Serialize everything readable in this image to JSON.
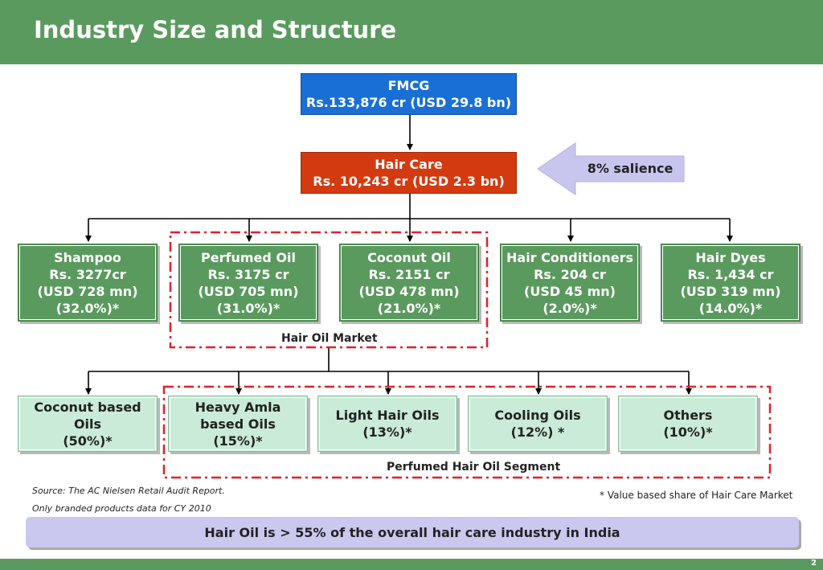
{
  "header": {
    "title": "Industry Size and Structure"
  },
  "page_number": "2",
  "fmcg": {
    "name": "FMCG",
    "value": "Rs.133,876 cr (USD 29.8 bn)"
  },
  "hair_care": {
    "name": "Hair Care",
    "value": "Rs. 10,243 cr (USD 2.3 bn)"
  },
  "salience": "8% salience",
  "categories": [
    {
      "name": "Shampoo",
      "value": "Rs. 3277cr",
      "usd": "(USD 728 mn)",
      "share": "(32.0%)*"
    },
    {
      "name": "Perfumed Oil",
      "value": "Rs. 3175 cr",
      "usd": "(USD 705 mn)",
      "share": "(31.0%)*"
    },
    {
      "name": "Coconut Oil",
      "value": "Rs. 2151 cr",
      "usd": "(USD 478 mn)",
      "share": "(21.0%)*"
    },
    {
      "name": "Hair Conditioners",
      "value": "Rs. 204 cr",
      "usd": "(USD 45 mn)",
      "share": "(2.0%)*"
    },
    {
      "name": "Hair Dyes",
      "value": "Rs. 1,434 cr",
      "usd": "(USD 319 mn)",
      "share": "(14.0%)*"
    }
  ],
  "hair_oil_market_label": "Hair Oil Market",
  "segments": [
    {
      "line1": "Coconut based",
      "line2": "Oils",
      "line3": "(50%)*"
    },
    {
      "line1": "Heavy Amla",
      "line2": "based Oils",
      "line3": "(15%)*"
    },
    {
      "line1": "Light Hair Oils",
      "line2": "(13%)*"
    },
    {
      "line1": "Cooling Oils",
      "line2": "(12%) *"
    },
    {
      "line1": "Others",
      "line2": "(10%)*"
    }
  ],
  "perfumed_segment_label": "Perfumed Hair Oil Segment",
  "source_note": "Source: The AC Nielsen Retail Audit Report.",
  "branded_note": "Only branded products data for CY 2010",
  "value_note": "* Value based share of Hair Care Market",
  "banner_text": "Hair Oil is > 55% of the overall hair care industry in India",
  "colors": {
    "header_green": "#5a9a5e",
    "fmcg_blue": "#1a6fd6",
    "hair_care_red": "#d43a10",
    "category_green": "#5a9a5e",
    "segment_light_green": "#c9ebd7",
    "salience_arrow": "#c8c6ee",
    "dash_outline_red": "#e0202a",
    "banner_lavender": "#cbc8ef"
  }
}
